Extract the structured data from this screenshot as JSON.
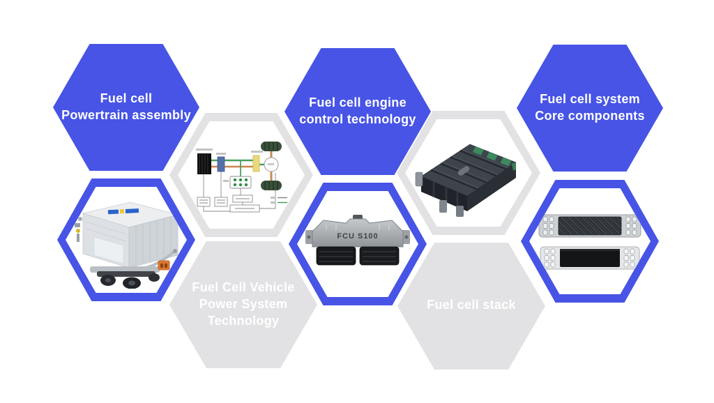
{
  "palette": {
    "blue": "#4754e6",
    "light_gray": "#e2e2e4",
    "text_white": "#ffffff"
  },
  "hexagons": {
    "powertrain_title": {
      "line1": "Fuel cell",
      "line2": "Powertrain assembly"
    },
    "engine_control_title": {
      "line1": "Fuel cell engine",
      "line2": "control technology"
    },
    "core_components_title": {
      "line1": "Fuel cell system",
      "line2": "Core components"
    },
    "power_system_title": {
      "line1": "Fuel Cell Vehicle",
      "line2": "Power System",
      "line3": "Technology"
    },
    "stack_title": {
      "line1": "Fuel cell stack"
    }
  },
  "products": {
    "ecu_label": "FCU S100",
    "powertrain_image": "fuel-cell-powertrain-assembly-photo",
    "schematic_image": "fuel-cell-vehicle-power-system-schematic",
    "ecu_image": "fuel-cell-engine-control-unit-photo",
    "stack_image": "fuel-cell-stack-photo",
    "components_image": "bipolar-plate-and-mea-photo"
  }
}
